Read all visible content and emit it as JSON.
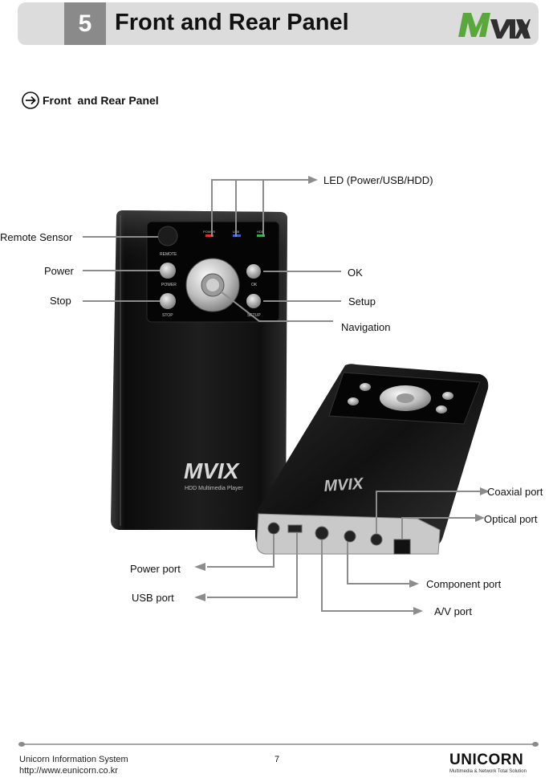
{
  "header": {
    "section_number": "5",
    "title": "Front and Rear Panel",
    "logo_text": "MVIX"
  },
  "subheading": "Front  and Rear Panel",
  "labels": {
    "led": "LED (Power/USB/HDD)",
    "remote_sensor": "Remote Sensor",
    "power": "Power",
    "stop": "Stop",
    "ok": "OK",
    "setup": "Setup",
    "navigation": "Navigation",
    "coaxial": "Coaxial port",
    "optical": "Optical port",
    "power_port": "Power port",
    "usb_port": "USB port",
    "component": "Component port",
    "av": "A/V port"
  },
  "device": {
    "panel_buttons": {
      "remote": "REMOTE",
      "power": "POWER",
      "stop": "STOP",
      "ok": "OK",
      "setup": "SETUP",
      "led_power": "POWER",
      "led_usb": "USB",
      "led_hdd": "HDD"
    },
    "brand": "MVIX",
    "tagline": "HDD Multimedia Player"
  },
  "footer": {
    "company": "Unicorn Information System",
    "url": "http://www.eunicorn.co.kr",
    "page": "7",
    "logo_text": "UNICORN",
    "logo_tagline": "Multimedia & Network Total Solution"
  },
  "colors": {
    "header_bg": "#dcdcdc",
    "number_bg": "#8a8a8a",
    "mvix_green": "#5aa83c",
    "mvix_dark": "#2f2f2f",
    "led_red": "#e03030",
    "led_blue": "#3060e0",
    "led_green": "#30b040",
    "arrow_gray": "#8c8c8c"
  }
}
